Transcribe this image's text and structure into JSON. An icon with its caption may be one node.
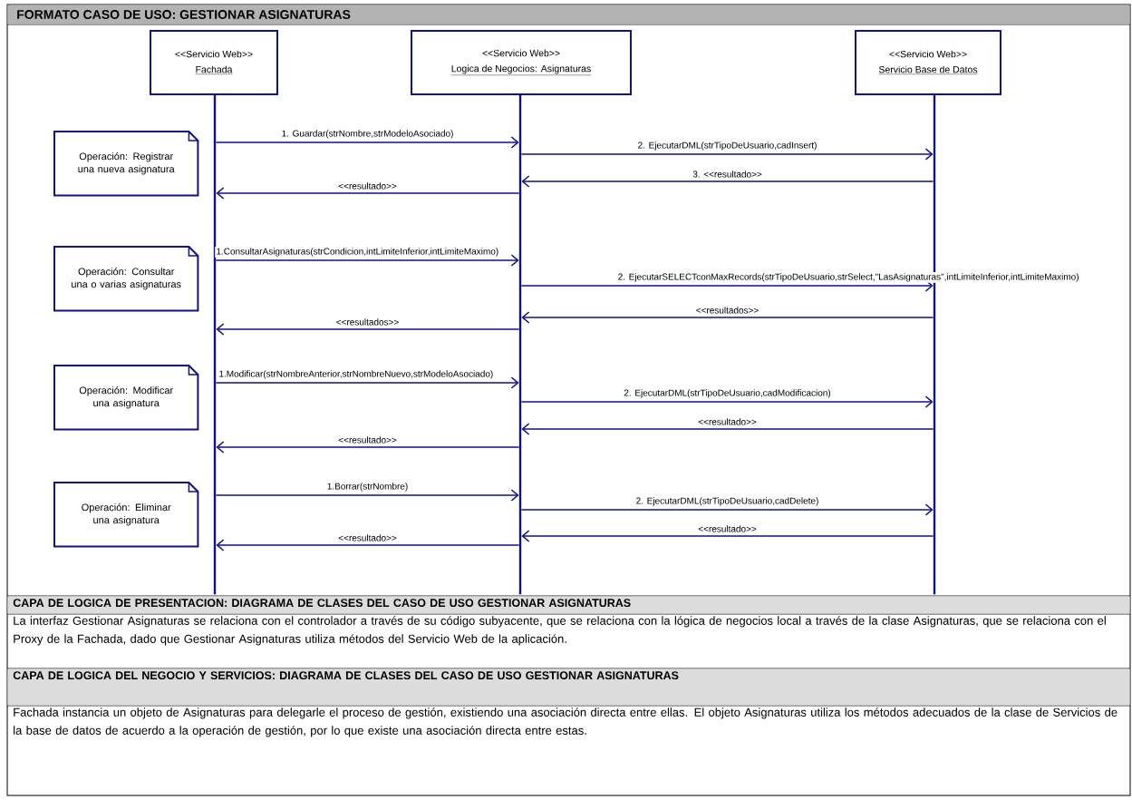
{
  "diagram": {
    "title": "FORMATO CASO DE USO: GESTIONAR ASIGNATURAS",
    "nodes": [
      {
        "text": [
          "<<Servicio Web>>",
          "Fachada"
        ]
      },
      {
        "text": [
          "<<Servicio Web>>",
          "Logica de Negocios: Asignaturas"
        ]
      },
      {
        "text": [
          "<<Servicio Web>>",
          "Servicio Base de Datos"
        ]
      },
      {
        "text": [],
        "shape": "bar"
      },
      {
        "text": [],
        "shape": "bar"
      },
      {
        "text": [],
        "shape": "bar"
      },
      {
        "text": [
          "Operación: Registrar una nueva asignatura"
        ]
      },
      {
        "text": [
          "Operación: Consultar una o varias asignaturas"
        ]
      },
      {
        "text": [
          "Operación: Modificar una asignatura"
        ]
      },
      {
        "text": [
          "Operación: Eliminar una asignatura"
        ]
      }
    ],
    "edges": [
      {
        "from": 3,
        "to": 4,
        "arrow": "to",
        "label": "1. Guardar(strNombre,strModeloAsociado)"
      },
      {
        "from": 4,
        "to": 5,
        "arrow": "to",
        "label": "2. EjecutarDML(strTipoDeUsuario,cadInsert)"
      },
      {
        "from": 5,
        "to": 4,
        "arrow": "to",
        "label": "3. <<resultado>>"
      },
      {
        "from": 4,
        "to": 3,
        "arrow": "to",
        "label": "<<resultado>>"
      },
      {
        "from": 3,
        "to": 4,
        "arrow": "to",
        "label": "1.ConsultarAsignaturas(strCondicion,intLimiteInferior,intLimiteMaximo)"
      },
      {
        "from": 4,
        "to": 5,
        "arrow": "to",
        "label": "2. EjecutarSELECTconMaxRecords(strTipoDeUsuario,strSelect,\"LasAsignaturas\",intLimiteInferior,intLimiteMaximo)"
      },
      {
        "from": 5,
        "to": 4,
        "arrow": "to",
        "label": "<<resultados>>"
      },
      {
        "from": 4,
        "to": 3,
        "arrow": "to",
        "label": "<<resultados>>"
      },
      {
        "from": 3,
        "to": 4,
        "arrow": "to",
        "label": "1.Modificar(strNombreAnterior,strNombreNuevo,strModeloAsociado)"
      },
      {
        "from": 4,
        "to": 5,
        "arrow": "to",
        "label": "2. EjecutarDML(strTipoDeUsuario,cadModificacion)"
      },
      {
        "from": 5,
        "to": 4,
        "arrow": "to",
        "label": "<<resultado>>"
      },
      {
        "from": 4,
        "to": 3,
        "arrow": "to",
        "label": "<<resultado>>"
      },
      {
        "from": 3,
        "to": 4,
        "arrow": "to",
        "label": "1.Borrar(strNombre)"
      },
      {
        "from": 4,
        "to": 5,
        "arrow": "to",
        "label": "2. EjecutarDML(strTipoDeUsuario,cadDelete)"
      },
      {
        "from": 5,
        "to": 4,
        "arrow": "to",
        "label": "<<resultado>>"
      },
      {
        "from": 4,
        "to": 3,
        "arrow": "to",
        "label": "<<resultado>>"
      }
    ],
    "labels": [
      "CAPA DE LOGICA DE PRESENTACION: DIAGRAMA DE CLASES DEL CASO DE USO GESTIONAR ASIGNATURAS",
      "La interfaz Gestionar Asignaturas se relaciona con el controlador a través de su código subyacente, que se relaciona con la lógica de negocios local a través de la clase Asignaturas, que se relaciona con el Proxy de la Fachada, dado que Gestionar Asignaturas utiliza métodos del Servicio Web de la aplicación.",
      "CAPA DE LOGICA DEL NEGOCIO Y SERVICIOS: DIAGRAMA DE CLASES DEL CASO DE USO GESTIONAR ASIGNATURAS",
      "Fachada instancia un objeto de Asignaturas para delegarle el proceso de gestión, existiendo una asociación directa entre ellas. El objeto Asignaturas utiliza los métodos adecuados de la clase de Servicios de la base de datos de acuerdo a la operación de gestión, por lo que existe una asociación directa entre estas."
    ]
  }
}
